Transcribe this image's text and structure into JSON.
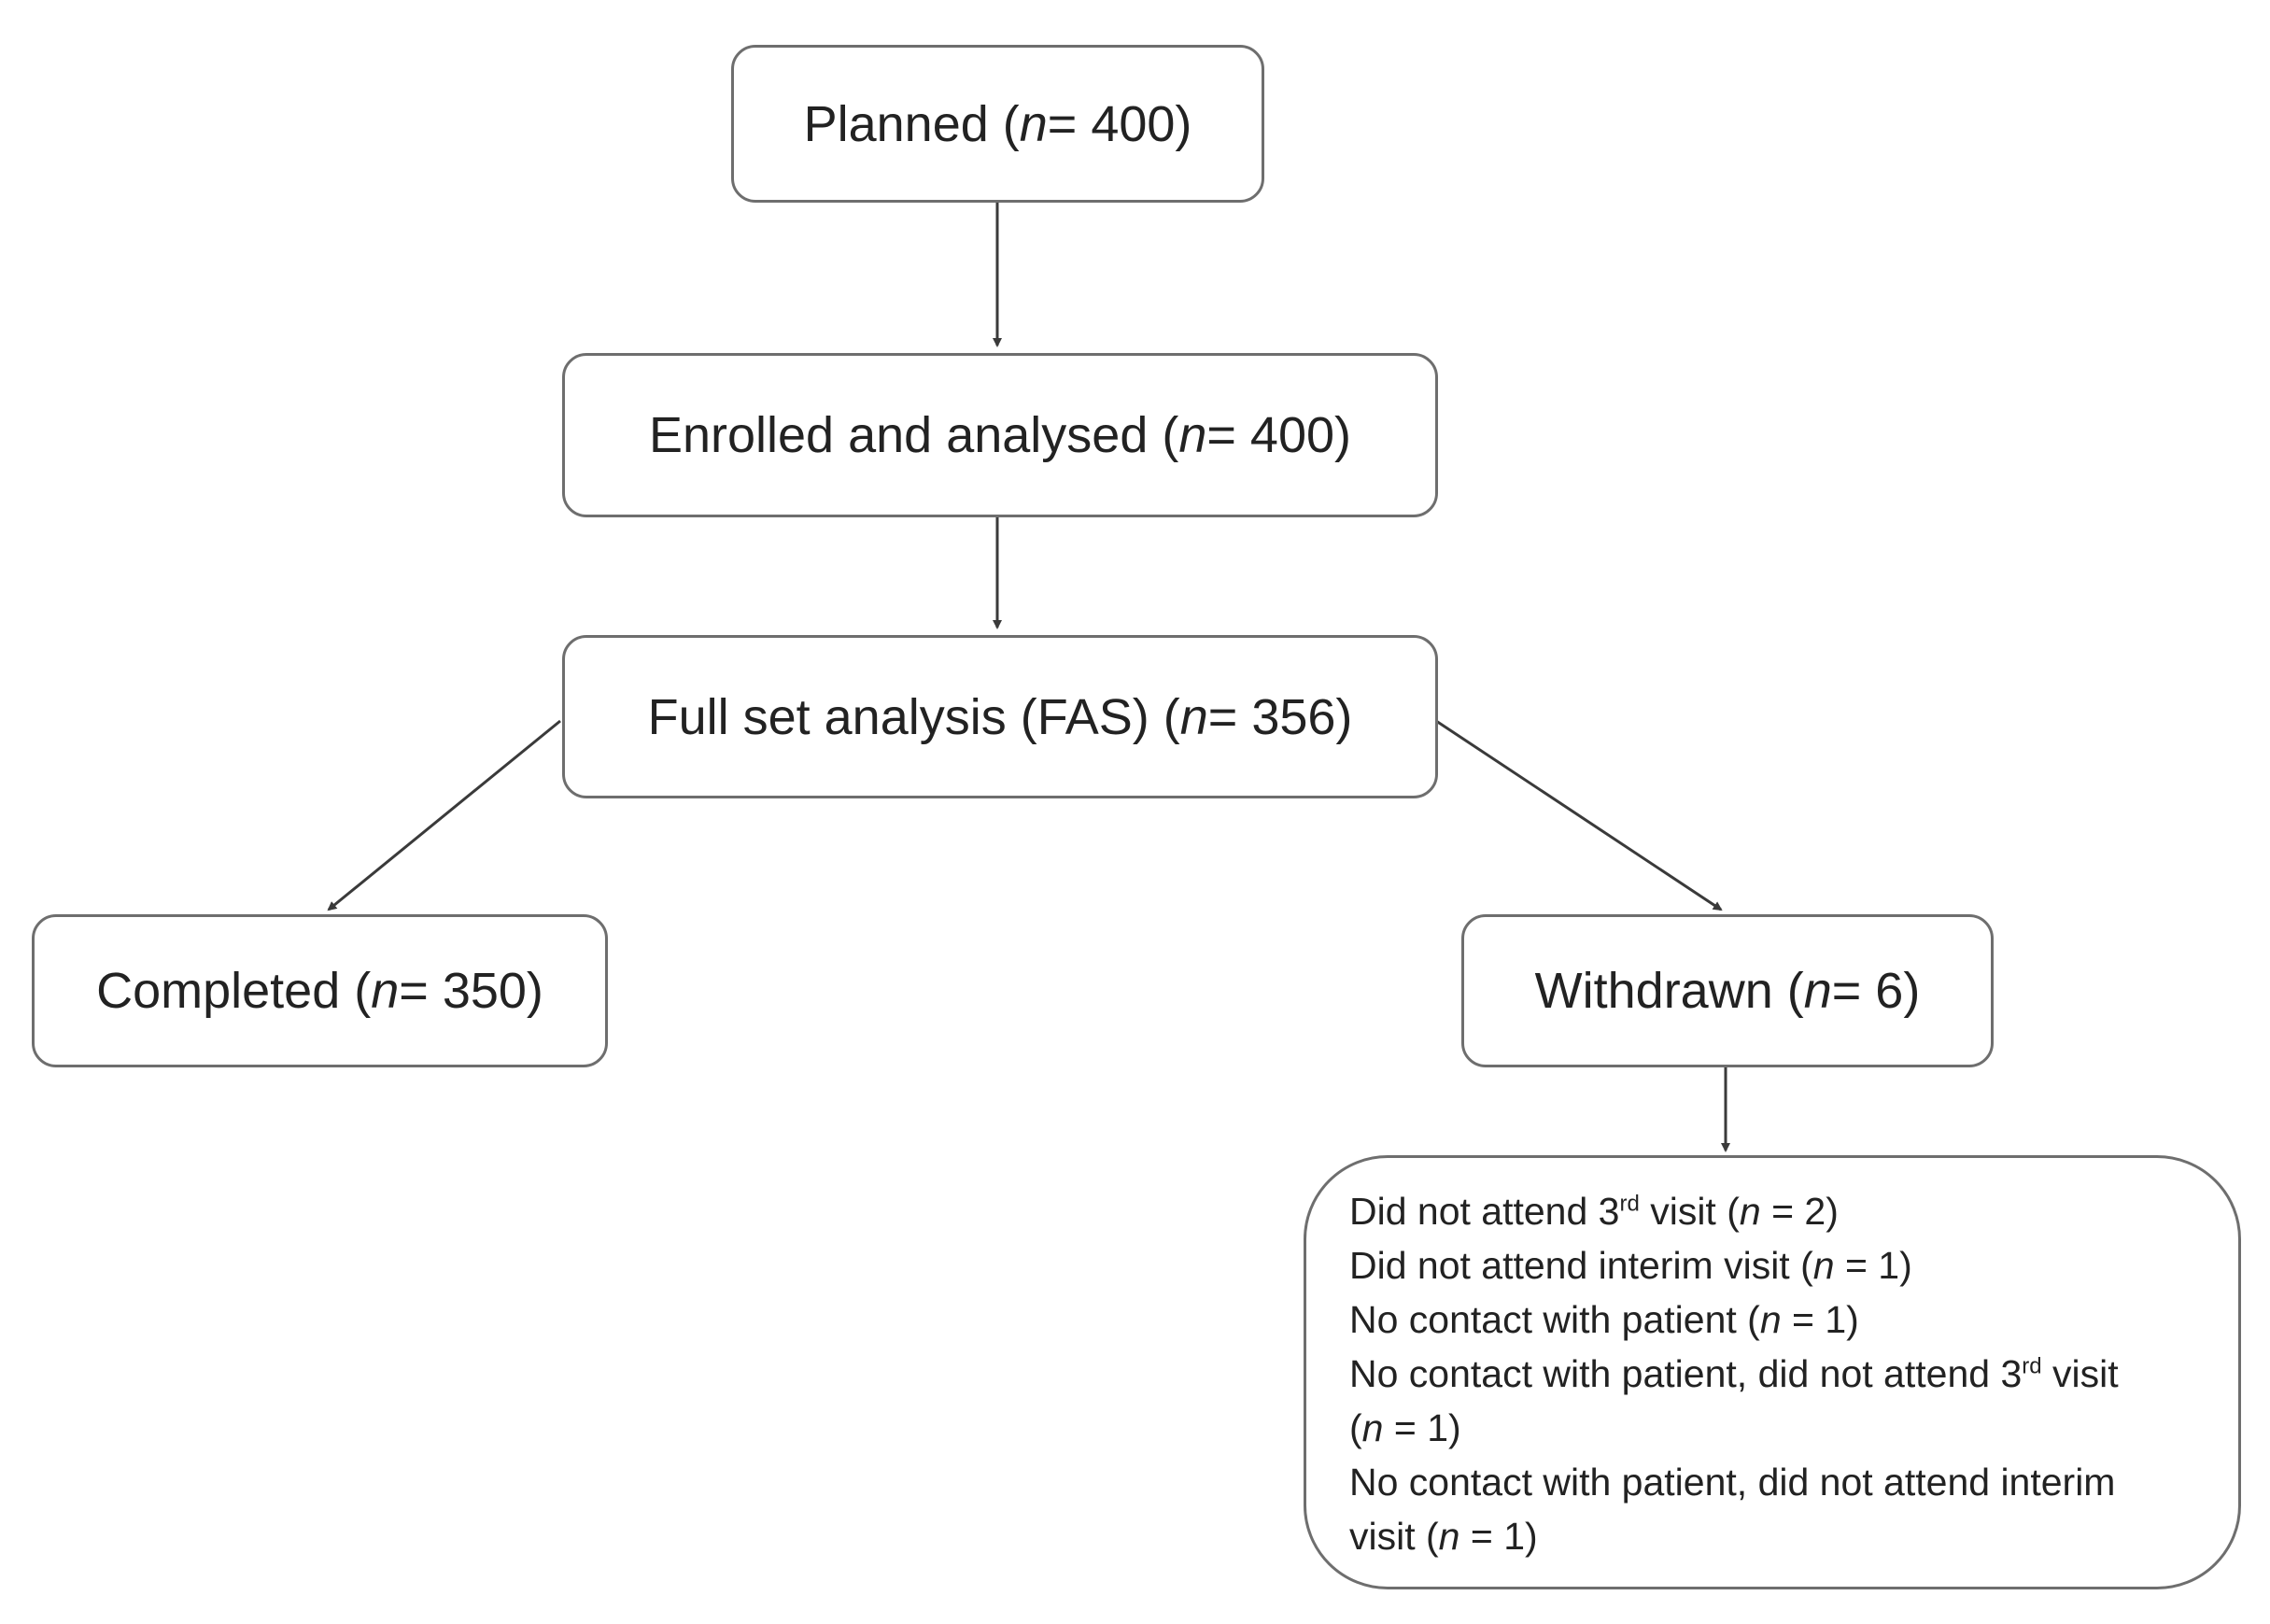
{
  "colors": {
    "line": "#3a3a3a",
    "box_border": "#6e6e6e",
    "text": "#222222"
  },
  "nodes": {
    "planned": {
      "label": "Planned (",
      "n_sym": "n",
      "n_val": " = 400)"
    },
    "enrolled": {
      "label": "Enrolled and analysed (",
      "n_sym": "n",
      "n_val": " = 400)"
    },
    "fas": {
      "label": "Full set analysis (FAS) (",
      "n_sym": "n",
      "n_val": " = 356)"
    },
    "completed": {
      "label": "Completed (",
      "n_sym": "n",
      "n_val": " = 350)"
    },
    "withdrawn": {
      "label": "Withdrawn (",
      "n_sym": "n",
      "n_val": " = 6)"
    }
  },
  "reasons": [
    {
      "a": "Did not attend 3",
      "sup": "rd",
      "b": " visit (",
      "n": "n",
      "c": " = 2)"
    },
    {
      "a": "Did not attend interim visit (",
      "n": "n",
      "c": " = 1)"
    },
    {
      "a": "No contact with patient (",
      "n": "n",
      "c": " = 1)"
    },
    {
      "a": "No contact with patient, did not attend 3",
      "sup": "rd",
      "b": " visit (",
      "n": "n",
      "c": " = 1)"
    },
    {
      "a": "No contact with patient, did not attend interim visit (",
      "n": "n",
      "c": " = 1)"
    }
  ]
}
